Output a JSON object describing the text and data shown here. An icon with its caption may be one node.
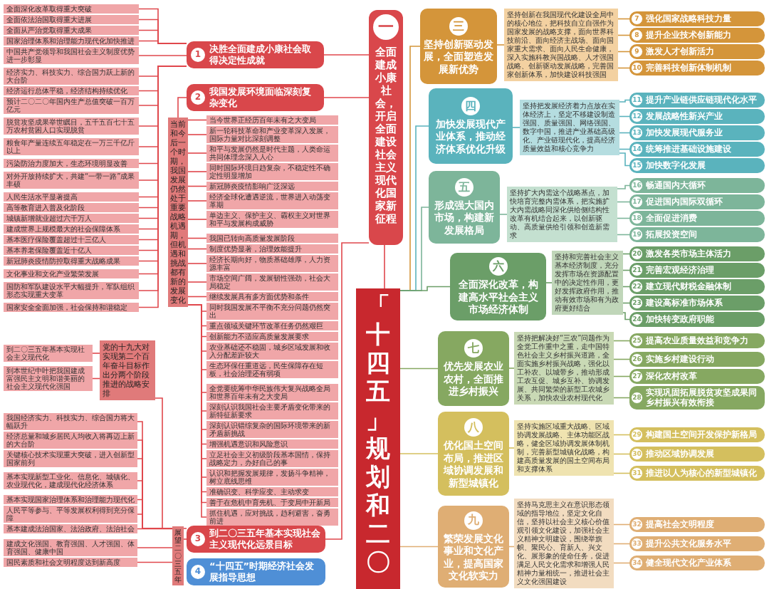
{
  "diagram": {
    "nodes": [
      {
        "text": [
          "一",
          "全面建成小康社会，开启全面建设社会主义现代化国家新征程"
        ]
      },
      {
        "text": [
          "1",
          "决胜全面建成小康社会取得决定性成就"
        ]
      },
      {
        "text": [
          "全面深化改革取得重大突破"
        ]
      },
      {
        "text": [
          "全面依法治国取得重大进展"
        ]
      },
      {
        "text": [
          "全面从严治党取得重大成果"
        ]
      },
      {
        "text": [
          "国家治理体系和治理能力现代化加快推进"
        ]
      },
      {
        "text": [
          "中国共产党领导和我国社会主义制度优势进一步彰显"
        ]
      },
      {
        "text": [
          "经济实力、科技实力、综合国力跃上新的大台阶"
        ]
      },
      {
        "text": [
          "经济运行总体平稳，经济结构持续优化"
        ]
      },
      {
        "text": [
          "预计二〇二〇年国内生产总值突破一百万亿元"
        ]
      },
      {
        "text": [
          "脱贫攻坚成果举世瞩目，五千五百七十五万农村贫困人口实现脱贫"
        ]
      },
      {
        "text": [
          "粮食年产量连续五年稳定在一万三千亿斤以上"
        ]
      },
      {
        "text": [
          "污染防治力度加大，生态环境明显改善"
        ]
      },
      {
        "text": [
          "对外开放持续扩大，共建“一带一路”成果丰硕"
        ]
      },
      {
        "text": [
          "人民生活水平显著提高"
        ]
      },
      {
        "text": [
          "高等教育进入普及化阶段"
        ]
      },
      {
        "text": [
          "城镇新增就业超过六千万人"
        ]
      },
      {
        "text": [
          "建成世界上规模最大的社会保障体系"
        ]
      },
      {
        "text": [
          "基本医疗保险覆盖超过十三亿人"
        ]
      },
      {
        "text": [
          "基本养老保险覆盖近十亿人"
        ]
      },
      {
        "text": [
          "新冠肺炎疫情防控取得重大战略成果"
        ]
      },
      {
        "text": [
          "文化事业和文化产业繁荣发展"
        ]
      },
      {
        "text": [
          "国防和军队建设水平大幅提升，军队组织形态实现重大变革"
        ]
      },
      {
        "text": [
          "国家安全全面加强，社会保持和谐稳定"
        ]
      },
      {
        "text": [
          "2",
          "我国发展环境面临深刻复杂变化"
        ]
      },
      {
        "text": [
          "当前和今后一个时期，我国发展仍然处于重要战略机遇期，但机遇和挑战都有新的发展变化"
        ]
      },
      {
        "text": [
          "当今世界正经历百年未有之大变局"
        ]
      },
      {
        "text": [
          "新一轮科技革命和产业变革深入发展，国际力量对比深刻调整"
        ]
      },
      {
        "text": [
          "和平与发展仍然是时代主题，人类命运共同体理念深入人心"
        ]
      },
      {
        "text": [
          "同时国际环境日趋复杂，不稳定性不确定性明显增加"
        ]
      },
      {
        "text": [
          "新冠肺炎疫情影响广泛深远"
        ]
      },
      {
        "text": [
          "经济全球化遭遇逆流，世界进入动荡变革期"
        ]
      },
      {
        "text": [
          "单边主义、保护主义、霸权主义对世界和平与发展构成威胁"
        ]
      },
      {
        "text": [
          "我国已转向高质量发展阶段"
        ]
      },
      {
        "text": [
          "制度优势显著，治理效能提升"
        ]
      },
      {
        "text": [
          "经济长期向好，物质基础雄厚，人力资源丰富"
        ]
      },
      {
        "text": [
          "市场空间广阔，发展韧性强劲，社会大局稳定"
        ]
      },
      {
        "text": [
          "继续发展具有多方面优势和条件"
        ]
      },
      {
        "text": [
          "同时我国发展不平衡不充分问题仍然突出"
        ]
      },
      {
        "text": [
          "重点领域关键环节改革任务仍然艰巨"
        ]
      },
      {
        "text": [
          "创新能力不适应高质量发展要求"
        ]
      },
      {
        "text": [
          "农业基础还不稳固，城乡区域发展和收入分配差距较大"
        ]
      },
      {
        "text": [
          "生态环保任重道远，民生保障存在短板，社会治理还有弱项"
        ]
      },
      {
        "text": [
          "全党要统筹中华民族伟大复兴战略全局和世界百年未有之大变局"
        ]
      },
      {
        "text": [
          "深刻认识我国社会主要矛盾变化带来的新特征新要求"
        ]
      },
      {
        "text": [
          "深刻认识错综复杂的国际环境带来的新矛盾新挑战"
        ]
      },
      {
        "text": [
          "增强机遇意识和风险意识"
        ]
      },
      {
        "text": [
          "立足社会主义初级阶段基本国情，保持战略定力，办好自己的事"
        ]
      },
      {
        "text": [
          "认识和把握发展规律，发扬斗争精神，树立底线思维"
        ]
      },
      {
        "text": [
          "准确识变、科学应变、主动求变"
        ]
      },
      {
        "text": [
          "善于在危机中育先机、于变局中开新局"
        ]
      },
      {
        "text": [
          "抓住机遇，应对挑战，趋利避害，奋勇前进"
        ]
      },
      {
        "text": [
          "3",
          "到二〇三五年基本实现社会主义现代化远景目标"
        ]
      },
      {
        "text": [
          "党的十九大对实现第二个百年奋斗目标作出分两个阶段推进的战略安排"
        ]
      },
      {
        "text": [
          "到二〇三五年基本实现社会主义现代化"
        ]
      },
      {
        "text": [
          "到本世纪中叶把我国建成富强民主文明和谐美丽的社会主义现代化强国"
        ]
      },
      {
        "text": [
          "展望二〇三五年"
        ]
      },
      {
        "text": [
          "我国经济实力、科技实力、综合国力将大幅跃升"
        ]
      },
      {
        "text": [
          "经济总量和城乡居民人均收入将再迈上新的大台阶"
        ]
      },
      {
        "text": [
          "关键核心技术实现重大突破，进入创新型国家前列"
        ]
      },
      {
        "text": [
          "基本实现新型工业化、信息化、城镇化、农业现代化，建成现代化经济体系"
        ]
      },
      {
        "text": [
          "基本实现国家治理体系和治理能力现代化"
        ]
      },
      {
        "text": [
          "人民平等参与、平等发展权利得到充分保障"
        ]
      },
      {
        "text": [
          "基本建成法治国家、法治政府、法治社会"
        ]
      },
      {
        "text": [
          "建成文化强国、教育强国、人才强国、体育强国、健康中国"
        ]
      },
      {
        "text": [
          "国民素质和社会文明程度达到新高度"
        ]
      },
      {
        "text": [
          "4",
          "“十四五”时期经济社会发展指导思想"
        ]
      },
      {
        "text": [
          "「十四五」规划和二〇"
        ]
      },
      {
        "text": [
          "三",
          "坚持创新驱动发展，全面塑造发展新优势"
        ]
      },
      {
        "text": [
          "坚持创新在我国现代化建设全局中的核心地位，把科技自立自强作为国家发展的战略支撑，面向世界科技前沿、面向经济主战场、面向国家重大需求、面向人民生命健康，深入实施科教兴国战略、人才强国战略、创新驱动发展战略，完善国家创新体系，加快建设科技强国"
        ]
      },
      {
        "text": [
          "7",
          "强化国家战略科技力量"
        ]
      },
      {
        "text": [
          "8",
          "提升企业技术创新能力"
        ]
      },
      {
        "text": [
          "9",
          "激发人才创新活力"
        ]
      },
      {
        "text": [
          "10",
          "完善科技创新体制机制"
        ]
      },
      {
        "text": [
          "四",
          "加快发展现代产业体系，推动经济体系优化升级"
        ]
      },
      {
        "text": [
          "坚持把发展经济着力点放在实体经济上，坚定不移建设制造强国、质量强国、网络强国、数字中国，推进产业基础高级化、产业链现代化，提高经济质量效益和核心竞争力"
        ]
      },
      {
        "text": [
          "11",
          "提升产业链供应链现代化水平"
        ]
      },
      {
        "text": [
          "12",
          "发展战略性新兴产业"
        ]
      },
      {
        "text": [
          "13",
          "加快发展现代服务业"
        ]
      },
      {
        "text": [
          "14",
          "统筹推进基础设施建设"
        ]
      },
      {
        "text": [
          "15",
          "加快数字化发展"
        ]
      },
      {
        "text": [
          "五",
          "形成强大国内市场，构建新发展格局"
        ]
      },
      {
        "text": [
          "坚持扩大内需这个战略基点，加快培育完整内需体系，把实施扩大内需战略同深化供给侧结构性改革有机结合起来，以创新驱动、高质量供给引领和创造新需求"
        ]
      },
      {
        "text": [
          "16",
          "畅通国内大循环"
        ]
      },
      {
        "text": [
          "17",
          "促进国内国际双循环"
        ]
      },
      {
        "text": [
          "18",
          "全面促进消费"
        ]
      },
      {
        "text": [
          "19",
          "拓展投资空间"
        ]
      },
      {
        "text": [
          "六",
          "全面深化改革，构建高水平社会主义市场经济体制"
        ]
      },
      {
        "text": [
          "坚持和完善社会主义基本经济制度，充分发挥市场在资源配置中的决定性作用，更好发挥政府作用，推动有效市场和有为政府更好结合"
        ]
      },
      {
        "text": [
          "20",
          "激发各类市场主体活力"
        ]
      },
      {
        "text": [
          "21",
          "完善宏观经济治理"
        ]
      },
      {
        "text": [
          "22",
          "建立现代财税金融体制"
        ]
      },
      {
        "text": [
          "23",
          "建设高标准市场体系"
        ]
      },
      {
        "text": [
          "24",
          "加快转变政府职能"
        ]
      },
      {
        "text": [
          "七",
          "优先发展农业农村，全面推进乡村振兴"
        ]
      },
      {
        "text": [
          "坚持把解决好“三农”问题作为全党工作重中之重，走中国特色社会主义乡村振兴道路，全面实施乡村振兴战略，强化以工补农、以城带乡，推动形成工农互促、城乡互补、协调发展、共同繁荣的新型工农城乡关系，加快农业农村现代化"
        ]
      },
      {
        "text": [
          "25",
          "提高农业质量效益和竞争力"
        ]
      },
      {
        "text": [
          "26",
          "实施乡村建设行动"
        ]
      },
      {
        "text": [
          "27",
          "深化农村改革"
        ]
      },
      {
        "text": [
          "28",
          "实现巩固拓展脱贫攻坚成果同乡村振兴有效衔接"
        ]
      },
      {
        "text": [
          "八",
          "优化国土空间布局，推进区域协调发展和新型城镇化"
        ]
      },
      {
        "text": [
          "坚持实施区域重大战略、区域协调发展战略、主体功能区战略，健全区域协调发展体制机制，完善新型城镇化战略，构建高质量发展的国土空间布局和支撑体系"
        ]
      },
      {
        "text": [
          "29",
          "构建国土空间开发保护新格局"
        ]
      },
      {
        "text": [
          "30",
          "推动区域协调发展"
        ]
      },
      {
        "text": [
          "31",
          "推进以人为核心的新型城镇化"
        ]
      },
      {
        "text": [
          "九",
          "繁荣发展文化事业和文化产业，提高国家文化软实力"
        ]
      },
      {
        "text": [
          "坚持马克思主义在意识形态领域的指导地位，坚定文化自信，坚持以社会主义核心价值观引领文化建设，加强社会主义精神文明建设，围绕举旗帜、聚民心、育新人、兴文化、展形象的使命任务，促进满足人民文化需求和增强人民精神力量相统一，推进社会主义文化强国建设"
        ]
      },
      {
        "text": [
          "32",
          "提高社会文明程度"
        ]
      },
      {
        "text": [
          "33",
          "提升公共文化服务水平"
        ]
      },
      {
        "text": [
          "34",
          "健全现代文化产业体系"
        ]
      }
    ],
    "edges": [
      {
        "from": 2,
        "to": 1,
        "arrow": "none"
      },
      {
        "from": 3,
        "to": 1,
        "arrow": "none"
      },
      {
        "from": 4,
        "to": 1,
        "arrow": "none"
      },
      {
        "from": 5,
        "to": 1,
        "arrow": "none"
      },
      {
        "from": 6,
        "to": 1,
        "arrow": "none"
      },
      {
        "from": 7,
        "to": 1,
        "arrow": "none"
      },
      {
        "from": 8,
        "to": 1,
        "arrow": "none"
      },
      {
        "from": 9,
        "to": 1,
        "arrow": "none"
      },
      {
        "from": 10,
        "to": 1,
        "arrow": "none"
      },
      {
        "from": 11,
        "to": 1,
        "arrow": "none"
      },
      {
        "from": 12,
        "to": 1,
        "arrow": "none"
      },
      {
        "from": 13,
        "to": 1,
        "arrow": "none"
      },
      {
        "from": 14,
        "to": 1,
        "arrow": "none"
      },
      {
        "from": 15,
        "to": 1,
        "arrow": "none"
      },
      {
        "from": 16,
        "to": 1,
        "arrow": "none"
      },
      {
        "from": 17,
        "to": 1,
        "arrow": "none"
      },
      {
        "from": 18,
        "to": 1,
        "arrow": "none"
      },
      {
        "from": 19,
        "to": 1,
        "arrow": "none"
      },
      {
        "from": 20,
        "to": 1,
        "arrow": "none"
      },
      {
        "from": 21,
        "to": 1,
        "arrow": "none"
      },
      {
        "from": 22,
        "to": 1,
        "arrow": "none"
      },
      {
        "from": 23,
        "to": 1,
        "arrow": "none"
      },
      {
        "from": 1,
        "to": 0,
        "arrow": "none"
      },
      {
        "from": 26,
        "to": 25,
        "arrow": "none"
      },
      {
        "from": 27,
        "to": 25,
        "arrow": "none"
      },
      {
        "from": 28,
        "to": 25,
        "arrow": "none"
      },
      {
        "from": 29,
        "to": 25,
        "arrow": "none"
      },
      {
        "from": 30,
        "to": 25,
        "arrow": "none"
      },
      {
        "from": 31,
        "to": 25,
        "arrow": "none"
      },
      {
        "from": 32,
        "to": 25,
        "arrow": "none"
      },
      {
        "from": 33,
        "to": 25,
        "arrow": "none"
      },
      {
        "from": 34,
        "to": 25,
        "arrow": "none"
      },
      {
        "from": 35,
        "to": 25,
        "arrow": "none"
      },
      {
        "from": 36,
        "to": 25,
        "arrow": "none"
      },
      {
        "from": 37,
        "to": 25,
        "arrow": "none"
      },
      {
        "from": 38,
        "to": 25,
        "arrow": "none"
      },
      {
        "from": 39,
        "to": 25,
        "arrow": "none"
      },
      {
        "from": 40,
        "to": 25,
        "arrow": "none"
      },
      {
        "from": 41,
        "to": 25,
        "arrow": "none"
      },
      {
        "from": 42,
        "to": 25,
        "arrow": "none"
      },
      {
        "from": 43,
        "to": 25,
        "arrow": "none"
      },
      {
        "from": 44,
        "to": 25,
        "arrow": "none"
      },
      {
        "from": 45,
        "to": 25,
        "arrow": "none"
      },
      {
        "from": 46,
        "to": 25,
        "arrow": "none"
      },
      {
        "from": 47,
        "to": 25,
        "arrow": "none"
      },
      {
        "from": 48,
        "to": 25,
        "arrow": "none"
      },
      {
        "from": 49,
        "to": 25,
        "arrow": "none"
      },
      {
        "from": 50,
        "to": 25,
        "arrow": "none"
      },
      {
        "from": 51,
        "to": 25,
        "arrow": "none"
      },
      {
        "from": 25,
        "to": 24,
        "arrow": "none"
      },
      {
        "from": 24,
        "to": 0,
        "arrow": "none"
      },
      {
        "from": 54,
        "to": 53,
        "arrow": "none"
      },
      {
        "from": 55,
        "to": 53,
        "arrow": "none"
      },
      {
        "from": 53,
        "to": 52,
        "arrow": "none"
      },
      {
        "from": 57,
        "to": 56,
        "arrow": "none"
      },
      {
        "from": 58,
        "to": 56,
        "arrow": "none"
      },
      {
        "from": 59,
        "to": 56,
        "arrow": "none"
      },
      {
        "from": 60,
        "to": 56,
        "arrow": "none"
      },
      {
        "from": 61,
        "to": 56,
        "arrow": "none"
      },
      {
        "from": 62,
        "to": 56,
        "arrow": "none"
      },
      {
        "from": 63,
        "to": 56,
        "arrow": "none"
      },
      {
        "from": 64,
        "to": 56,
        "arrow": "none"
      },
      {
        "from": 65,
        "to": 56,
        "arrow": "none"
      },
      {
        "from": 56,
        "to": 52,
        "arrow": "none"
      },
      {
        "from": 52,
        "to": 0,
        "arrow": "none"
      },
      {
        "from": 0,
        "to": 67,
        "arrow": "none"
      },
      {
        "from": 67,
        "to": 68,
        "arrow": "none",
        "color": "#d4953a"
      },
      {
        "from": 68,
        "to": 69,
        "arrow": "none",
        "color": "#d4953a"
      },
      {
        "from": 69,
        "to": 70,
        "arrow": "none",
        "color": "#d4953a"
      },
      {
        "from": 69,
        "to": 71,
        "arrow": "none",
        "color": "#d4953a"
      },
      {
        "from": 69,
        "to": 72,
        "arrow": "none",
        "color": "#d4953a"
      },
      {
        "from": 69,
        "to": 73,
        "arrow": "none",
        "color": "#d4953a"
      },
      {
        "from": 67,
        "to": 74,
        "arrow": "none",
        "color": "#5ab3bd"
      },
      {
        "from": 74,
        "to": 75,
        "arrow": "none",
        "color": "#5ab3bd"
      },
      {
        "from": 75,
        "to": 76,
        "arrow": "none",
        "color": "#5ab3bd"
      },
      {
        "from": 75,
        "to": 77,
        "arrow": "none",
        "color": "#5ab3bd"
      },
      {
        "from": 75,
        "to": 78,
        "arrow": "none",
        "color": "#5ab3bd"
      },
      {
        "from": 75,
        "to": 79,
        "arrow": "none",
        "color": "#5ab3bd"
      },
      {
        "from": 75,
        "to": 80,
        "arrow": "none",
        "color": "#5ab3bd"
      },
      {
        "from": 67,
        "to": 81,
        "arrow": "none",
        "color": "#7db59a"
      },
      {
        "from": 81,
        "to": 82,
        "arrow": "none",
        "color": "#7db59a"
      },
      {
        "from": 82,
        "to": 83,
        "arrow": "none",
        "color": "#7db59a"
      },
      {
        "from": 82,
        "to": 84,
        "arrow": "none",
        "color": "#7db59a"
      },
      {
        "from": 82,
        "to": 85,
        "arrow": "none",
        "color": "#7db59a"
      },
      {
        "from": 82,
        "to": 86,
        "arrow": "none",
        "color": "#7db59a"
      },
      {
        "from": 67,
        "to": 87,
        "arrow": "none",
        "color": "#6b9e68"
      },
      {
        "from": 87,
        "to": 88,
        "arrow": "none",
        "color": "#6b9e68"
      },
      {
        "from": 88,
        "to": 89,
        "arrow": "none",
        "color": "#6b9e68"
      },
      {
        "from": 88,
        "to": 90,
        "arrow": "none",
        "color": "#6b9e68"
      },
      {
        "from": 88,
        "to": 91,
        "arrow": "none",
        "color": "#6b9e68"
      },
      {
        "from": 88,
        "to": 92,
        "arrow": "none",
        "color": "#6b9e68"
      },
      {
        "from": 88,
        "to": 93,
        "arrow": "none",
        "color": "#6b9e68"
      },
      {
        "from": 67,
        "to": 94,
        "arrow": "none",
        "color": "#86a861"
      },
      {
        "from": 94,
        "to": 95,
        "arrow": "none",
        "color": "#86a861"
      },
      {
        "from": 95,
        "to": 96,
        "arrow": "none",
        "color": "#86a861"
      },
      {
        "from": 95,
        "to": 97,
        "arrow": "none",
        "color": "#86a861"
      },
      {
        "from": 95,
        "to": 98,
        "arrow": "none",
        "color": "#86a861"
      },
      {
        "from": 95,
        "to": 99,
        "arrow": "none",
        "color": "#86a861"
      },
      {
        "from": 67,
        "to": 100,
        "arrow": "none",
        "color": "#d4bf5e"
      },
      {
        "from": 100,
        "to": 101,
        "arrow": "none",
        "color": "#d4bf5e"
      },
      {
        "from": 101,
        "to": 102,
        "arrow": "none",
        "color": "#d4bf5e"
      },
      {
        "from": 101,
        "to": 103,
        "arrow": "none",
        "color": "#d4bf5e"
      },
      {
        "from": 101,
        "to": 104,
        "arrow": "none",
        "color": "#d4bf5e"
      },
      {
        "from": 67,
        "to": 105,
        "arrow": "none",
        "color": "#dfae74"
      },
      {
        "from": 105,
        "to": 106,
        "arrow": "none",
        "color": "#dfae74"
      },
      {
        "from": 106,
        "to": 107,
        "arrow": "none",
        "color": "#dfae74"
      },
      {
        "from": 106,
        "to": 108,
        "arrow": "none",
        "color": "#dfae74"
      },
      {
        "from": 106,
        "to": 109,
        "arrow": "none",
        "color": "#dfae74"
      }
    ]
  }
}
